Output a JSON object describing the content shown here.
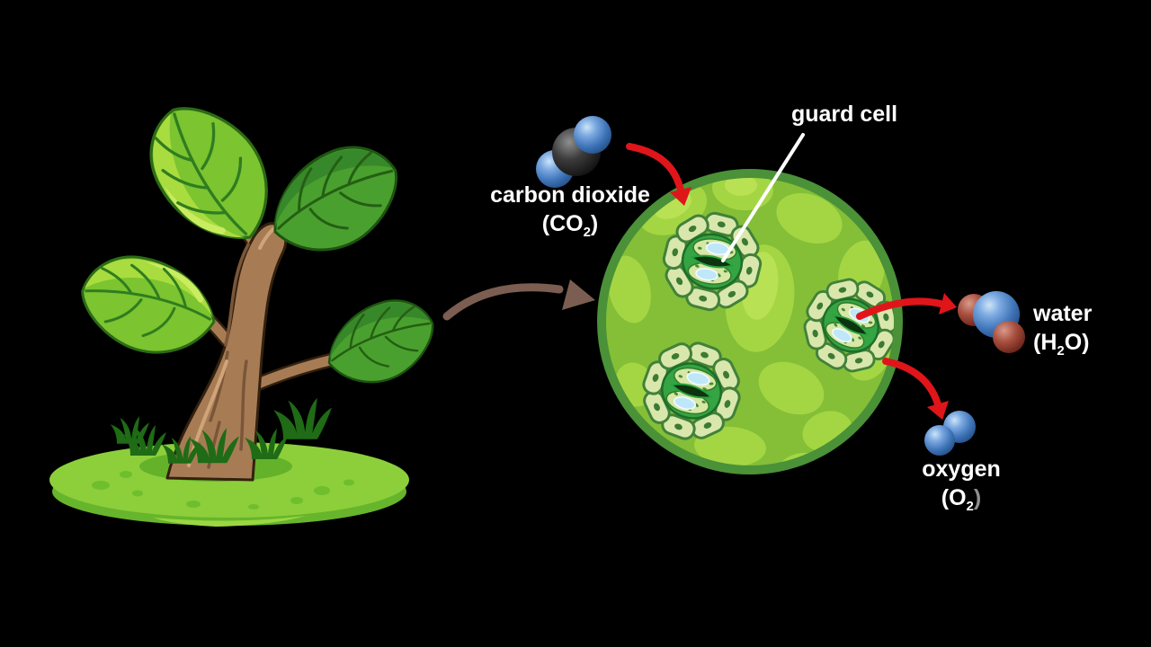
{
  "diagram": {
    "labels": {
      "carbon_dioxide": {
        "line1": "carbon dioxide",
        "formula": {
          "open": "(CO",
          "sub": "2",
          "close": ")"
        }
      },
      "guard_cell": {
        "line1": "guard cell"
      },
      "water": {
        "line1": "water",
        "formula": {
          "open": "(H",
          "sub": "2",
          "close": "O)"
        }
      },
      "oxygen": {
        "line1": "oxygen",
        "formula": {
          "open": "(O",
          "sub": "2",
          "close": ")"
        }
      }
    },
    "colors": {
      "background": "#000000",
      "label_text": "#ffffff",
      "oxygen_close_paren": "#909090",
      "red_arrow": "#e0151a",
      "brown_arrow": "#7b5e51",
      "pointer_line": "#ffffff",
      "closeup_border": "#4a9138",
      "closeup_fill": "#84bf37",
      "epidermal_cell": "#a4d644",
      "stoma_cell": "#d9e7ad",
      "guard_cell_ring": "#35a443",
      "stoma_pore": "#0d3310",
      "vacuole_blue": "#bfe7fa",
      "molecule_blue": "#3f74b8",
      "molecule_carbon": "#3a3a3a",
      "molecule_oxygen_red": "#a84f3f",
      "leaf_light_green": "#a9dc3e",
      "leaf_dark_green": "#4aa02e",
      "trunk_brown": "#a77c55",
      "grass_mound_green": "#8ccf3b",
      "grass_tuft_green": "#1f6b16"
    }
  }
}
